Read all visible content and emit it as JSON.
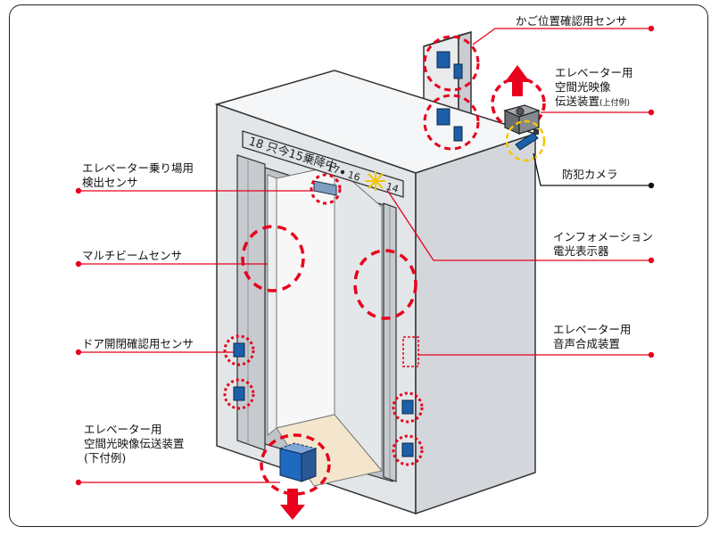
{
  "labels": {
    "cage_position_sensor": "かご位置確認用センサ",
    "spatial_optical_upper": {
      "line1": "エレベーター用",
      "line2": "空間光映像",
      "line3": "伝送装置",
      "note": "(上付例)"
    },
    "security_camera": "防犯カメラ",
    "hall_detection_sensor": {
      "line1": "エレベーター乗り場用",
      "line2": "検出センサ"
    },
    "information_display": {
      "line1": "インフォメーション",
      "line2": "電光表示器"
    },
    "multibeam_sensor": "マルチビームセンサ",
    "door_sensor": "ドア開閉確認用センサ",
    "voice_synthesizer": {
      "line1": "エレベーター用",
      "line2": "音声合成装置"
    },
    "spatial_optical_lower": {
      "line1": "エレベーター用",
      "line2": "空間光映像伝送装置",
      "line3": "(下付例)"
    }
  },
  "display_text": {
    "main": "18 只今15乗降中",
    "floor_17": "17",
    "floor_16": "16",
    "floor_14": "14"
  },
  "colors": {
    "callout_line": "#e8001c",
    "dot_red": "#e8001c",
    "dot_black": "#111111",
    "sensor_blue": "#1c5fa8",
    "highlight_yellow": "#f5c400"
  }
}
